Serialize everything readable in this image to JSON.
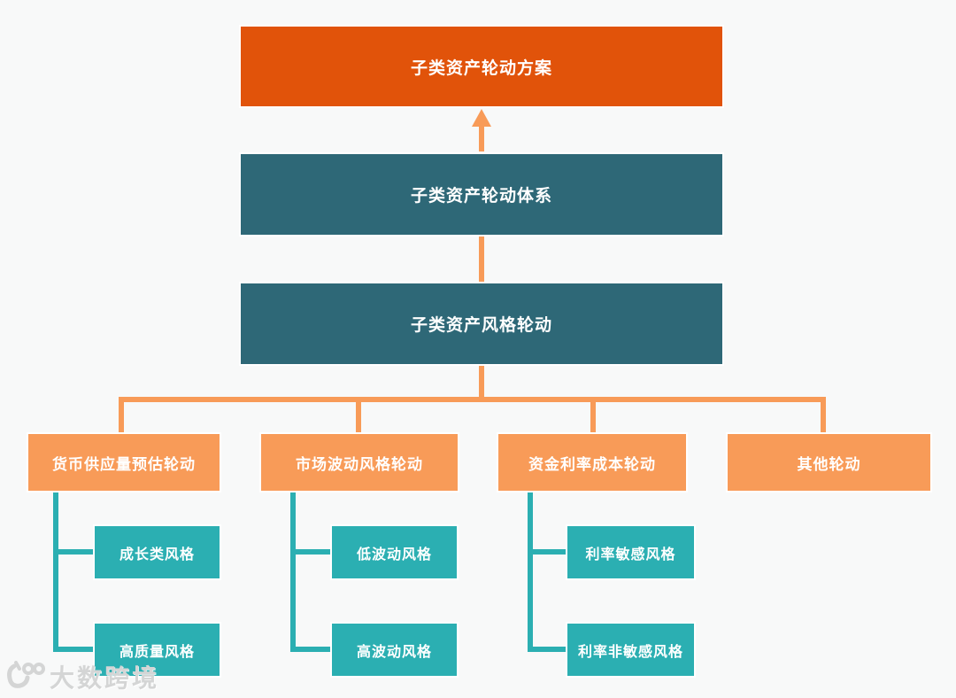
{
  "colors": {
    "background": "#f8f9f9",
    "accent_orange": "#e1530a",
    "dark_teal": "#2e6877",
    "light_orange": "#f89b58",
    "teal": "#2bafb2",
    "text_on_fill": "#ffffff",
    "watermark": "#d4d5d5"
  },
  "flowchart": {
    "root": {
      "label": "子类资产轮动方案"
    },
    "system": {
      "label": "子类资产轮动体系"
    },
    "style_rotation": {
      "label": "子类资产风格轮动"
    },
    "branches": [
      {
        "label": "货币供应量预估轮动",
        "children": [
          {
            "label": "成长类风格"
          },
          {
            "label": "高质量风格"
          }
        ]
      },
      {
        "label": "市场波动风格轮动",
        "children": [
          {
            "label": "低波动风格"
          },
          {
            "label": "高波动风格"
          }
        ]
      },
      {
        "label": "资金利率成本轮动",
        "children": [
          {
            "label": "利率敏感风格"
          },
          {
            "label": "利率非敏感风格"
          }
        ]
      },
      {
        "label": "其他轮动",
        "children": []
      }
    ]
  },
  "watermark": {
    "text": "大数跨境",
    "logo": "100-swoosh-logo"
  }
}
